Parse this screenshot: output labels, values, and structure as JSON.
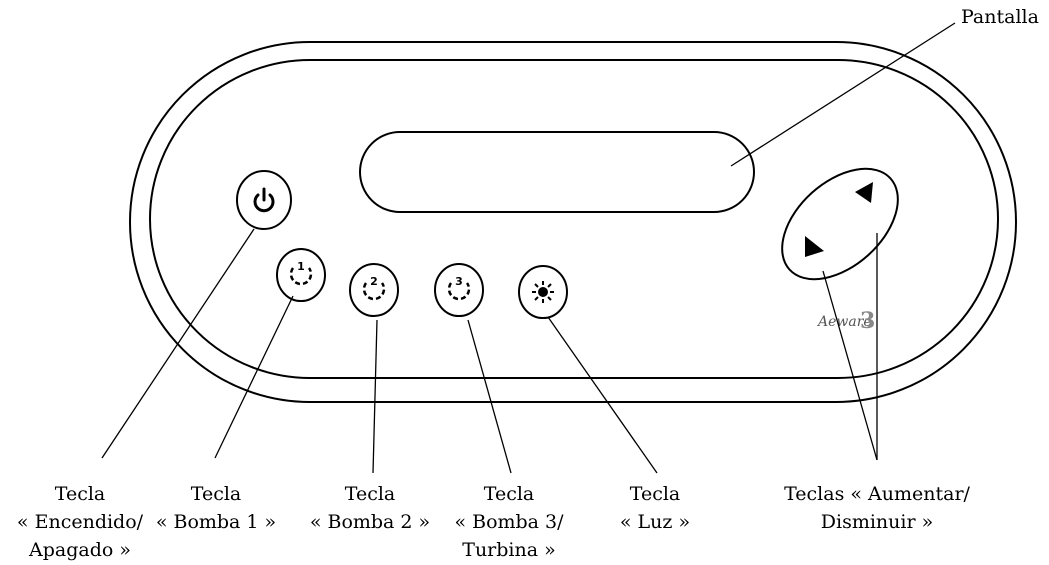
{
  "labels": {
    "screen": "Pantalla",
    "power": [
      "Tecla",
      "« Encendido/",
      "Apagado »"
    ],
    "pump1": [
      "Tecla",
      "« Bomba 1 »"
    ],
    "pump2": [
      "Tecla",
      "« Bomba 2 »"
    ],
    "pump3": [
      "Tecla",
      "« Bomba 3/",
      "Turbina »"
    ],
    "light": [
      "Tecla",
      "« Luz »"
    ],
    "updown": [
      "Teclas « Aumentar/",
      "Disminuir »"
    ]
  },
  "logo": {
    "text": "Aeware",
    "mark": "3"
  },
  "icons": {
    "power": "power-icon",
    "pump1": "pump-1-icon",
    "pump2": "pump-2-icon",
    "pump3": "pump-3-icon",
    "light": "light-icon",
    "up": "up-arrow-icon",
    "down": "down-arrow-icon"
  },
  "colors": {
    "line": "#000000",
    "background": "#ffffff",
    "logo": "#555555"
  }
}
